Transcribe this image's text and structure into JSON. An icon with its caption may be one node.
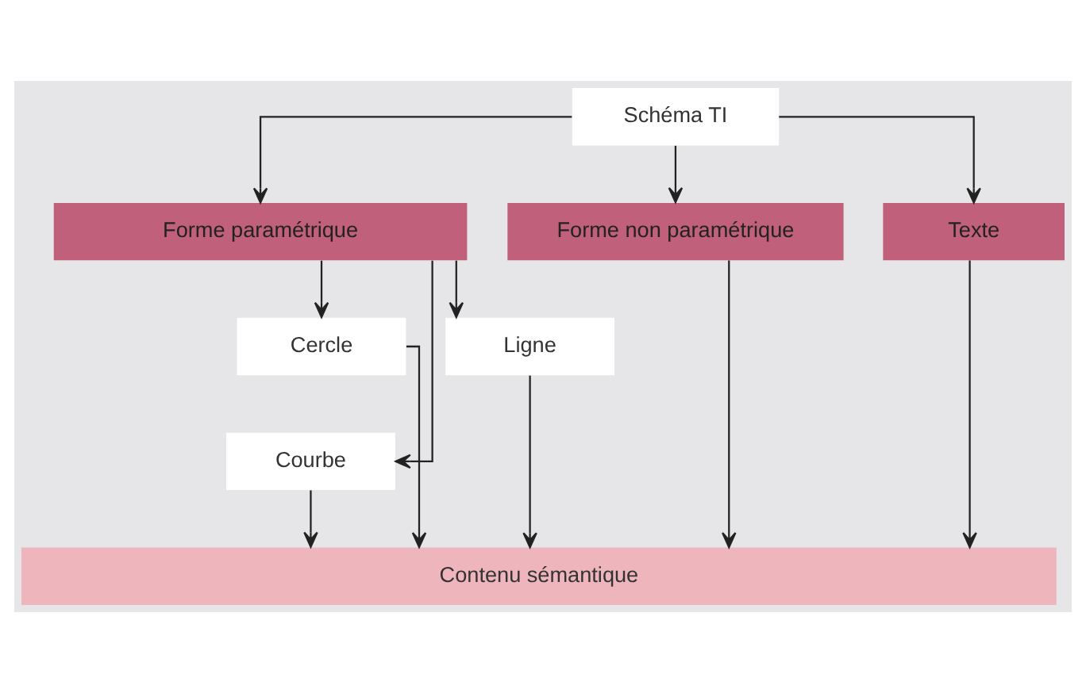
{
  "diagram": {
    "nodes": [
      {
        "text": [
          "Schéma TI"
        ]
      },
      {
        "text": [
          "Forme paramétrique"
        ]
      },
      {
        "text": [
          "Forme non paramétrique"
        ]
      },
      {
        "text": [
          "Texte"
        ]
      },
      {
        "text": [
          "Cercle"
        ]
      },
      {
        "text": [
          "Courbe"
        ]
      },
      {
        "text": [
          "Ligne"
        ]
      },
      {
        "text": [
          "Contenu sémantique"
        ]
      }
    ],
    "edges": [
      {
        "from": 0,
        "to": 1,
        "arrow": "to"
      },
      {
        "from": 0,
        "to": 2,
        "arrow": "to"
      },
      {
        "from": 0,
        "to": 3,
        "arrow": "to"
      },
      {
        "from": 1,
        "to": 4,
        "arrow": "to"
      },
      {
        "from": 1,
        "to": 5,
        "arrow": "to"
      },
      {
        "from": 1,
        "to": 6,
        "arrow": "to"
      },
      {
        "from": 4,
        "to": 7,
        "arrow": "to"
      },
      {
        "from": 5,
        "to": 7,
        "arrow": "to"
      },
      {
        "from": 6,
        "to": 7,
        "arrow": "to"
      },
      {
        "from": 2,
        "to": 7,
        "arrow": "to"
      },
      {
        "from": 3,
        "to": 7,
        "arrow": "to"
      }
    ]
  }
}
